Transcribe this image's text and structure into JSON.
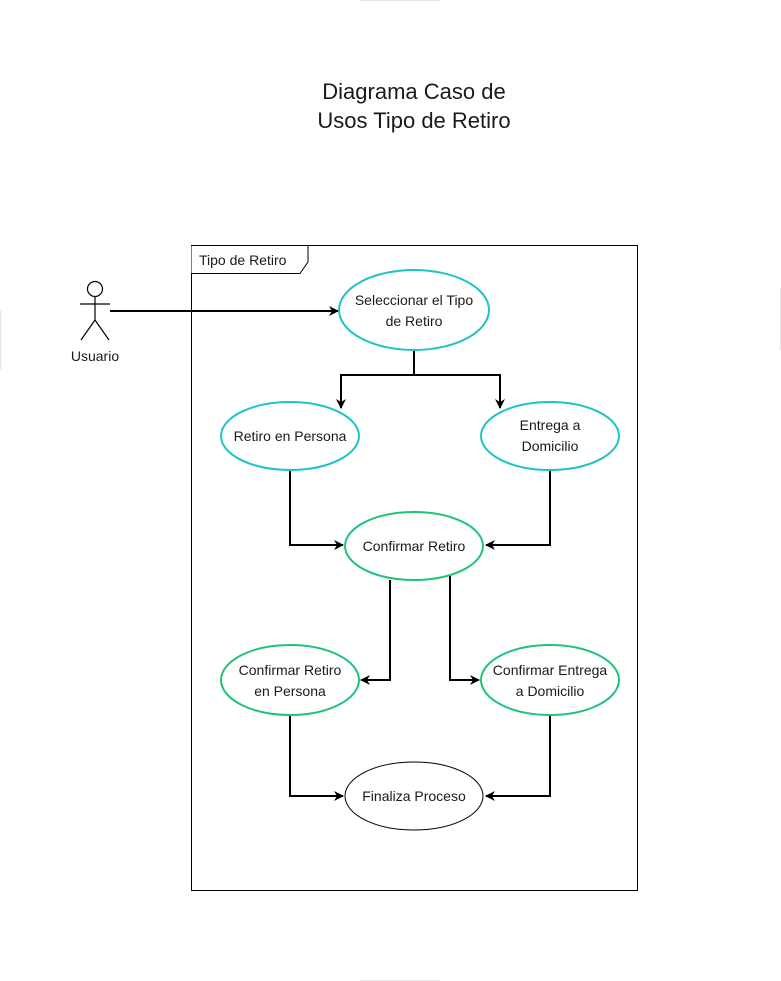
{
  "title": {
    "line1": "Diagrama Caso de",
    "line2": "Usos Tipo de Retiro"
  },
  "frame": {
    "label": "Tipo de Retiro"
  },
  "actor": {
    "label": "Usuario",
    "icon": "stick-figure-icon"
  },
  "use_cases": {
    "seleccionar": {
      "line1": "Seleccionar el Tipo",
      "line2": "de Retiro"
    },
    "retiro_persona": {
      "line1": "Retiro en Persona"
    },
    "entrega_domicilio": {
      "line1": "Entrega a",
      "line2": "Domicilio"
    },
    "confirmar_retiro": {
      "line1": "Confirmar Retiro"
    },
    "confirmar_retiro_persona": {
      "line1": "Confirmar Retiro",
      "line2": "en Persona"
    },
    "confirmar_entrega_domicilio": {
      "line1": "Confirmar Entrega",
      "line2": "a Domicilio"
    },
    "finaliza": {
      "line1": "Finaliza Proceso"
    }
  },
  "colors": {
    "cyan_stroke": "#1ec4c4",
    "green_stroke": "#1ec47a",
    "black_stroke": "#000000",
    "text": "#1a1a1a"
  }
}
